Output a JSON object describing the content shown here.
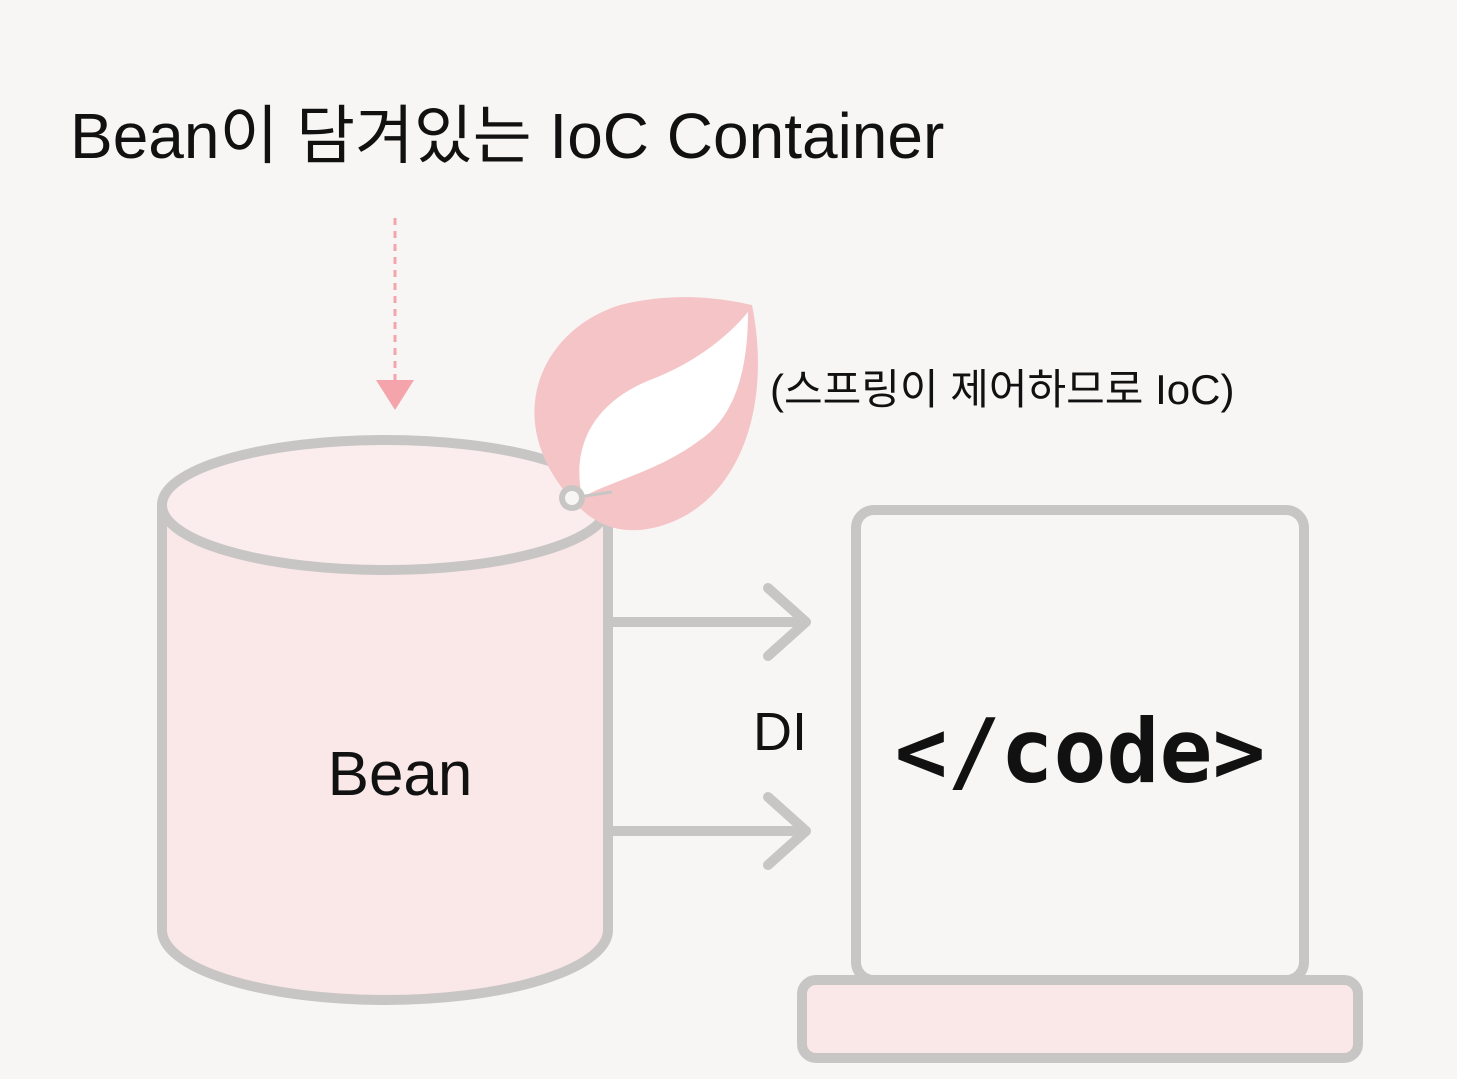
{
  "title": "Bean이 담겨있는 IoC Container",
  "spring_note": "(스프링이 제어하므로 IoC)",
  "container": {
    "label": "Bean"
  },
  "di_label": "DI",
  "code_label": "</code>",
  "colors": {
    "background": "#f7f6f5",
    "stroke": "#c8c6c5",
    "pink_fill": "#fae7e7",
    "leaf_pink": "#f5c4c6",
    "arrow_pink": "#f4a4aa",
    "text": "#111111"
  },
  "icons": {
    "spring_logo": "spring-leaf-icon",
    "down_arrow": "dotted-down-arrow-icon"
  }
}
